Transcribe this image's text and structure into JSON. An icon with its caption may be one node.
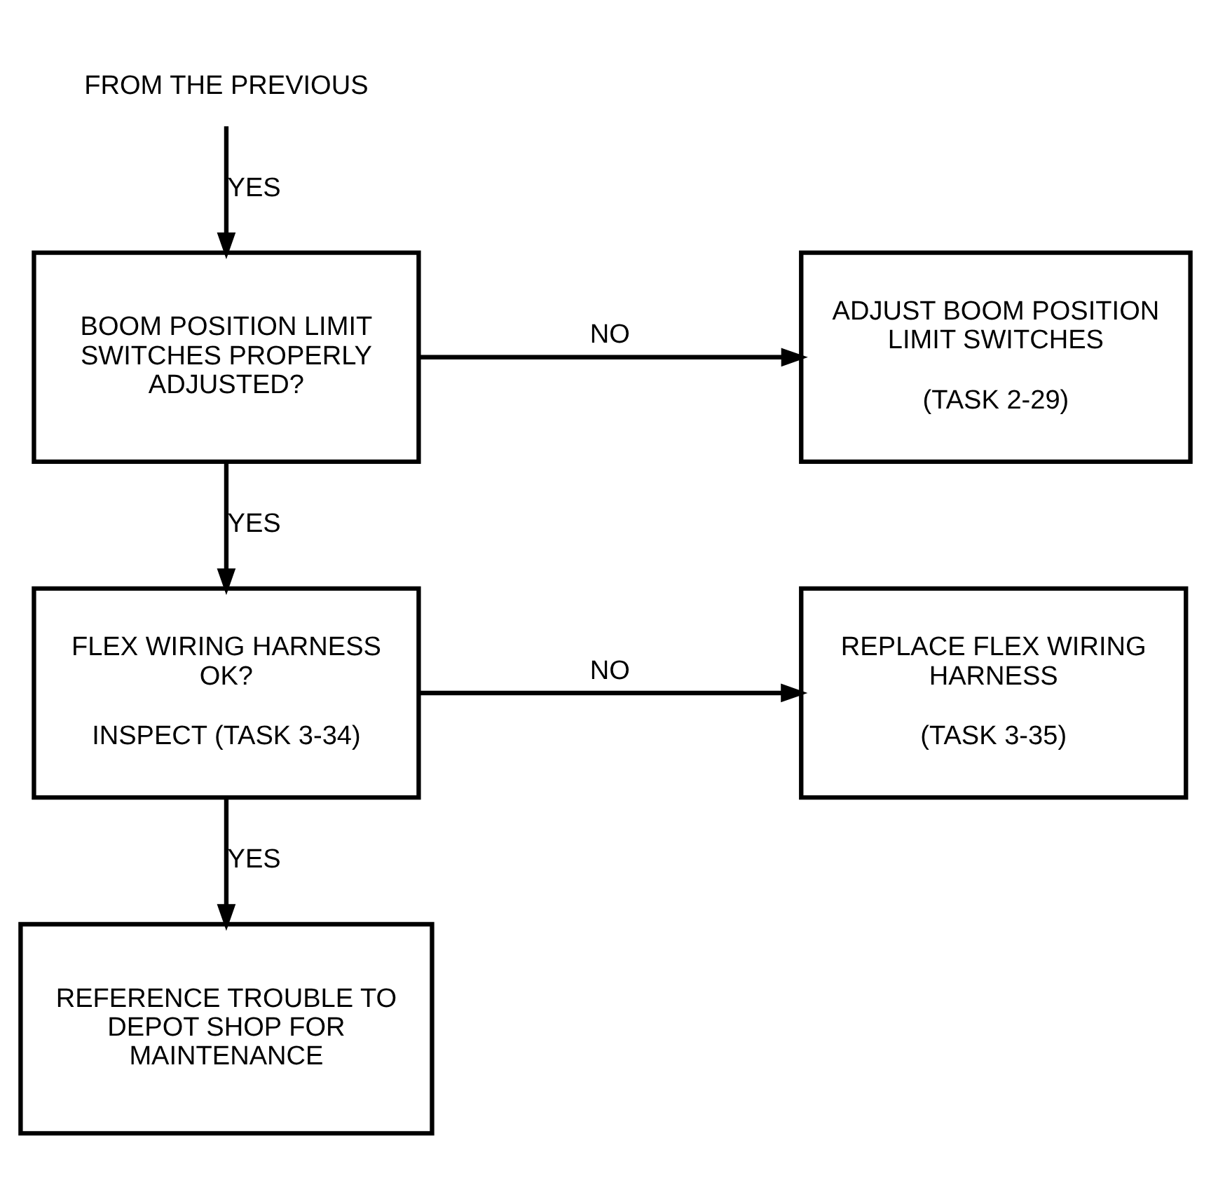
{
  "diagram": {
    "nodes": [
      {
        "text": [
          "FROM THE PREVIOUS"
        ]
      },
      {
        "text": [
          "BOOM POSITION LIMIT SWITCHES PROPERLY ADJUSTED?"
        ]
      },
      {
        "text": [
          "ADJUST BOOM POSITION LIMIT SWITCHES",
          "(TASK 2-29)"
        ]
      },
      {
        "text": [
          "FLEX WIRING HARNESS OK?",
          "INSPECT (TASK 3-34)"
        ]
      },
      {
        "text": [
          "REPLACE FLEX WIRING HARNESS",
          "(TASK 3-35)"
        ]
      },
      {
        "text": [
          "REFERENCE TROUBLE TO DEPOT SHOP FOR MAINTENANCE"
        ]
      }
    ],
    "edges": [
      {
        "from": 0,
        "to": 1,
        "arrow": "to",
        "label": "YES"
      },
      {
        "from": 1,
        "to": 2,
        "arrow": "to",
        "label": "NO"
      },
      {
        "from": 1,
        "to": 3,
        "arrow": "to",
        "label": "YES"
      },
      {
        "from": 3,
        "to": 4,
        "arrow": "to",
        "label": "NO"
      },
      {
        "from": 3,
        "to": 5,
        "arrow": "to",
        "label": "YES"
      }
    ]
  }
}
